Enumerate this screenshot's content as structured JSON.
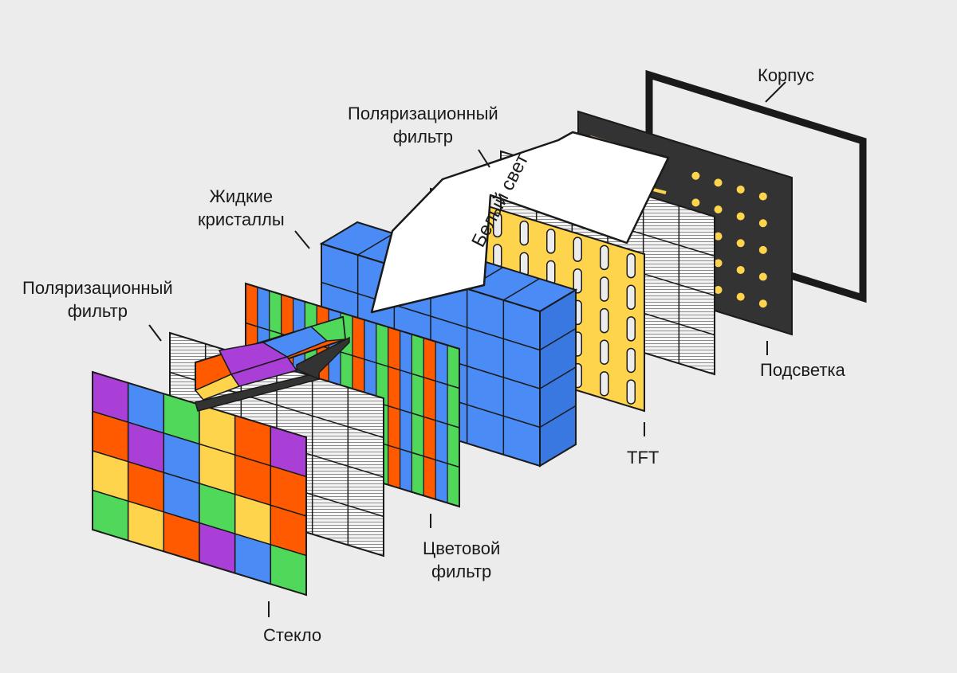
{
  "labels": {
    "housing": "Корпус",
    "polarizer_back": [
      "Поляризационный",
      "фильтр"
    ],
    "liquid_crystals": [
      "Жидкие",
      "кристаллы"
    ],
    "polarizer_front": [
      "Поляризационный",
      "фильтр"
    ],
    "backlight": "Подсветка",
    "tft": "TFT",
    "color_filter": [
      "Цветовой",
      "фильтр"
    ],
    "glass": "Стекло",
    "white_light": "Белый свет"
  },
  "colors": {
    "background": "#ececec",
    "outline": "#1a1a1a",
    "blue": "#4a8bf5",
    "orange": "#ff5a00",
    "green": "#4fd85a",
    "yellow": "#ffd44d",
    "purple": "#a93fd6",
    "backlight_panel": "#333333",
    "tft_panel": "#ffd44d"
  },
  "glass_grid": [
    [
      "purple",
      "blue",
      "green",
      "yellow",
      "orange",
      "purple"
    ],
    [
      "orange",
      "purple",
      "blue",
      "yellow",
      "orange",
      "orange"
    ],
    [
      "yellow",
      "orange",
      "blue",
      "green",
      "yellow",
      "orange"
    ],
    [
      "green",
      "yellow",
      "orange",
      "purple",
      "blue",
      "green"
    ]
  ]
}
